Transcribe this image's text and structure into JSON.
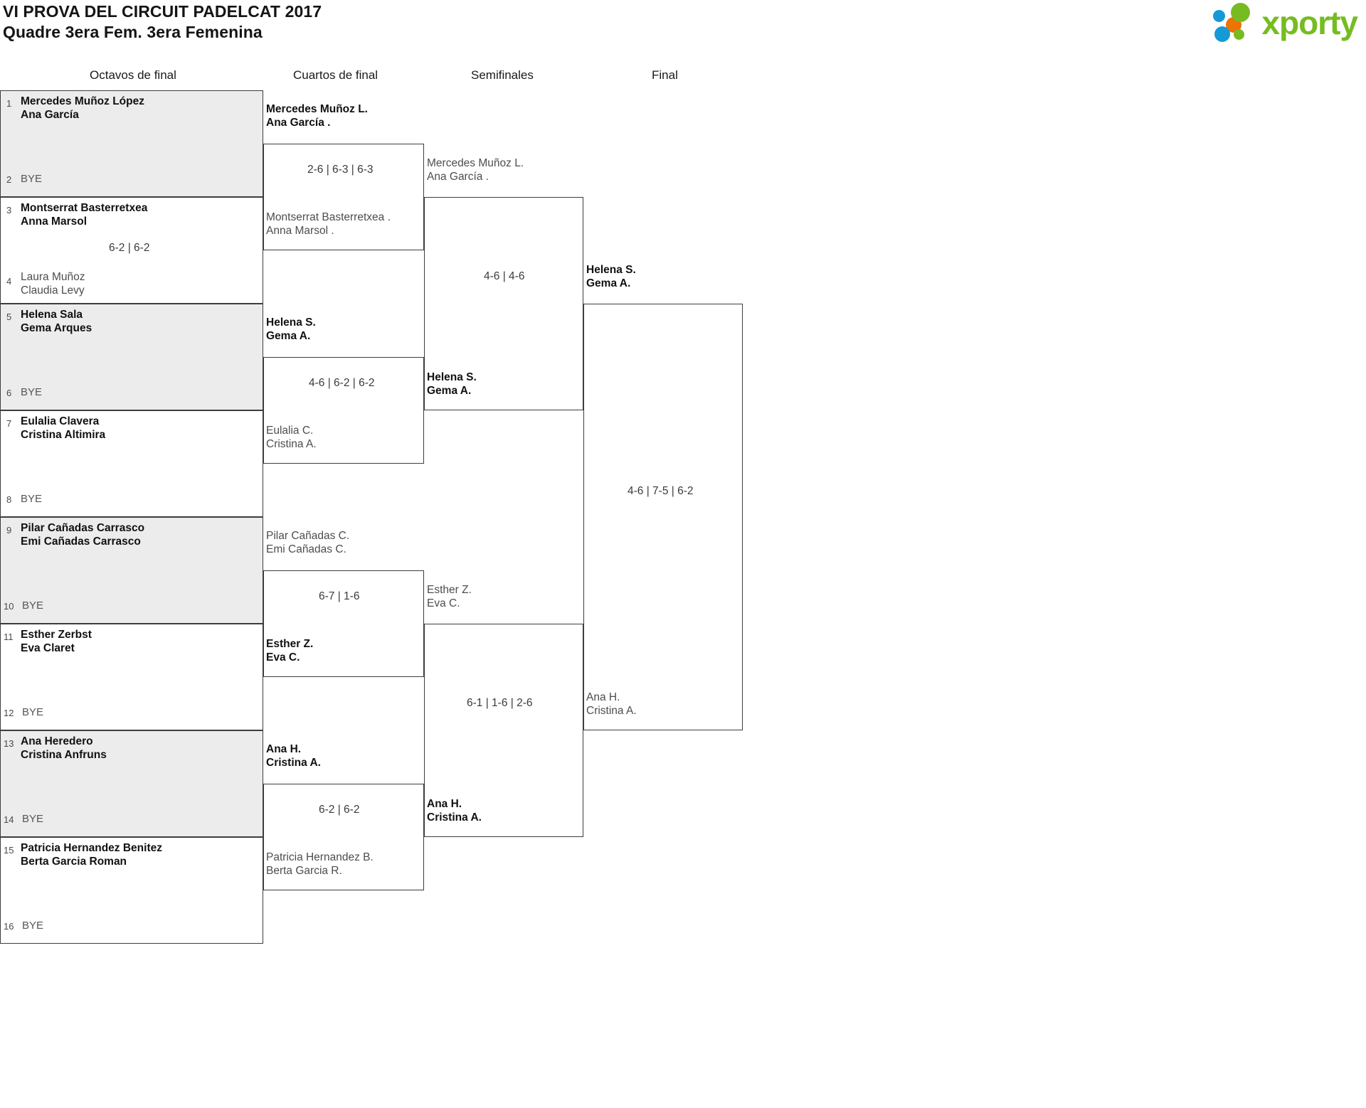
{
  "header": {
    "tournament_title": "VI PROVA DEL CIRCUIT PADELCAT 2017",
    "draw_subtitle": "Quadre 3era Fem. 3era Femenina",
    "logo_text": "xporty",
    "logo_colors": {
      "green": "#76bc21",
      "orange": "#ea7404",
      "blue": "#159ad6"
    }
  },
  "rounds": [
    {
      "id": "r16",
      "label": "Octavos de final"
    },
    {
      "id": "qf",
      "label": "Cuartos de final"
    },
    {
      "id": "sf",
      "label": "Semifinales"
    },
    {
      "id": "f",
      "label": "Final"
    }
  ],
  "bye_label": "BYE",
  "round_of_16": [
    {
      "seed": "1",
      "p1": "Mercedes Muñoz López",
      "p2": "Ana García",
      "result": "win",
      "shaded": true
    },
    {
      "seed": "2",
      "bye": true,
      "result": "bye",
      "shaded": true
    },
    {
      "seed": "3",
      "p1": "Montserrat Basterretxea",
      "p2": "Anna Marsol",
      "result": "win",
      "shaded": false
    },
    {
      "seed": "4",
      "p1": "Laura Muñoz",
      "p2": "Claudia Levy",
      "result": "lose",
      "shaded": false
    },
    {
      "seed": "5",
      "p1": "Helena Sala",
      "p2": "Gema Arques",
      "result": "win",
      "shaded": true
    },
    {
      "seed": "6",
      "bye": true,
      "result": "bye",
      "shaded": true
    },
    {
      "seed": "7",
      "p1": "Eulalia Clavera",
      "p2": "Cristina Altimira",
      "result": "win",
      "shaded": false
    },
    {
      "seed": "8",
      "bye": true,
      "result": "bye",
      "shaded": false
    },
    {
      "seed": "9",
      "p1": "Pilar Cañadas Carrasco",
      "p2": "Emi Cañadas Carrasco",
      "result": "win",
      "shaded": true
    },
    {
      "seed": "10",
      "bye": true,
      "result": "bye",
      "shaded": true
    },
    {
      "seed": "11",
      "p1": "Esther Zerbst",
      "p2": "Eva Claret",
      "result": "win",
      "shaded": false
    },
    {
      "seed": "12",
      "bye": true,
      "result": "bye",
      "shaded": false
    },
    {
      "seed": "13",
      "p1": "Ana Heredero",
      "p2": "Cristina Anfruns",
      "result": "win",
      "shaded": true
    },
    {
      "seed": "14",
      "bye": true,
      "result": "bye",
      "shaded": true
    },
    {
      "seed": "15",
      "p1": "Patricia Hernandez Benitez",
      "p2": "Berta Garcia Roman",
      "result": "win",
      "shaded": false
    },
    {
      "seed": "16",
      "bye": true,
      "result": "bye",
      "shaded": false
    }
  ],
  "round_of_16_scores": [
    {
      "match": 2,
      "score": "6-2 | 6-2"
    }
  ],
  "quarter_finals": [
    {
      "top": {
        "p1": "Mercedes Muñoz L.",
        "p2": "Ana García .",
        "result": "win"
      },
      "bottom": {
        "p1": "Montserrat Basterretxea .",
        "p2": "Anna Marsol .",
        "result": "lose"
      },
      "score": "2-6 | 6-3 | 6-3"
    },
    {
      "top": {
        "p1": "Helena S.",
        "p2": "Gema A.",
        "result": "win"
      },
      "bottom": {
        "p1": "Eulalia C.",
        "p2": "Cristina A.",
        "result": "lose"
      },
      "score": "4-6 | 6-2 | 6-2"
    },
    {
      "top": {
        "p1": "Pilar Cañadas C.",
        "p2": "Emi Cañadas C.",
        "result": "lose"
      },
      "bottom": {
        "p1": "Esther Z.",
        "p2": "Eva C.",
        "result": "win"
      },
      "score": "6-7 | 1-6"
    },
    {
      "top": {
        "p1": "Ana H.",
        "p2": "Cristina A.",
        "result": "win"
      },
      "bottom": {
        "p1": "Patricia Hernandez B.",
        "p2": "Berta Garcia R.",
        "result": "lose"
      },
      "score": "6-2 | 6-2"
    }
  ],
  "semi_finals": [
    {
      "top": {
        "p1": "Mercedes Muñoz L.",
        "p2": "Ana García .",
        "result": "lose"
      },
      "bottom": {
        "p1": "Helena S.",
        "p2": "Gema A.",
        "result": "win"
      },
      "score": "4-6 | 4-6"
    },
    {
      "top": {
        "p1": "Esther Z.",
        "p2": "Eva C.",
        "result": "lose"
      },
      "bottom": {
        "p1": "Ana H.",
        "p2": "Cristina A.",
        "result": "win"
      },
      "score": "6-1 | 1-6 | 2-6"
    }
  ],
  "final": {
    "top": {
      "p1": "Helena S.",
      "p2": "Gema A.",
      "result": "win"
    },
    "bottom": {
      "p1": "Ana H.",
      "p2": "Cristina A.",
      "result": "lose"
    },
    "score": "4-6 | 7-5 | 6-2"
  }
}
